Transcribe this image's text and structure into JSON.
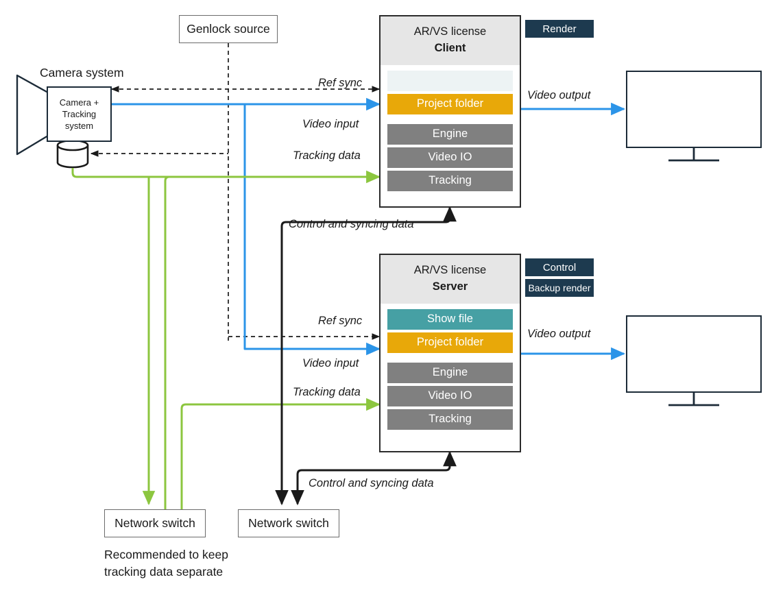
{
  "diagram": {
    "title": "AR/VS client-server video and tracking signal flow",
    "colors": {
      "video_blue": "#2b94e8",
      "tracking_green": "#8cc63f",
      "control_black": "#1a1a1a",
      "project_orange": "#e8a809",
      "show_file_teal": "#46a0a4",
      "module_grey": "#808080",
      "badge_navy": "#1d3a4f",
      "header_grey": "#e6e6e6",
      "empty_slot": "#edf3f4"
    }
  },
  "camera": {
    "title": "Camera system",
    "body_label": "Camera +\nTracking\nsystem",
    "body_line1": "Camera +",
    "body_line2": "Tracking",
    "body_line3": "system"
  },
  "genlock": {
    "label": "Genlock source"
  },
  "client": {
    "license": "AR/VS license",
    "role": "Client",
    "slots": [
      {
        "label": "",
        "kind": "empty"
      },
      {
        "label": "Project folder",
        "kind": "proj"
      },
      {
        "label": "Engine",
        "kind": "grey"
      },
      {
        "label": "Video IO",
        "kind": "grey"
      },
      {
        "label": "Tracking",
        "kind": "grey"
      }
    ],
    "badges": [
      {
        "label": "Render"
      }
    ]
  },
  "server": {
    "license": "AR/VS license",
    "role": "Server",
    "slots": [
      {
        "label": "Show file",
        "kind": "show"
      },
      {
        "label": "Project folder",
        "kind": "proj"
      },
      {
        "label": "Engine",
        "kind": "grey"
      },
      {
        "label": "Video IO",
        "kind": "grey"
      },
      {
        "label": "Tracking",
        "kind": "grey"
      }
    ],
    "badges": [
      {
        "label": "Control"
      },
      {
        "label": "Backup render"
      }
    ]
  },
  "switches": {
    "tracking_switch": "Network switch",
    "control_switch": "Network switch",
    "note_line1": "Recommended to keep",
    "note_line2": "tracking data separate"
  },
  "wire_labels": {
    "client_ref_sync": "Ref sync",
    "client_video_input": "Video input",
    "client_tracking_data": "Tracking data",
    "client_video_output": "Video output",
    "client_control": "Control and syncing data",
    "server_ref_sync": "Ref sync",
    "server_video_input": "Video input",
    "server_tracking_data": "Tracking data",
    "server_video_output": "Video output",
    "server_control": "Control and syncing data"
  }
}
